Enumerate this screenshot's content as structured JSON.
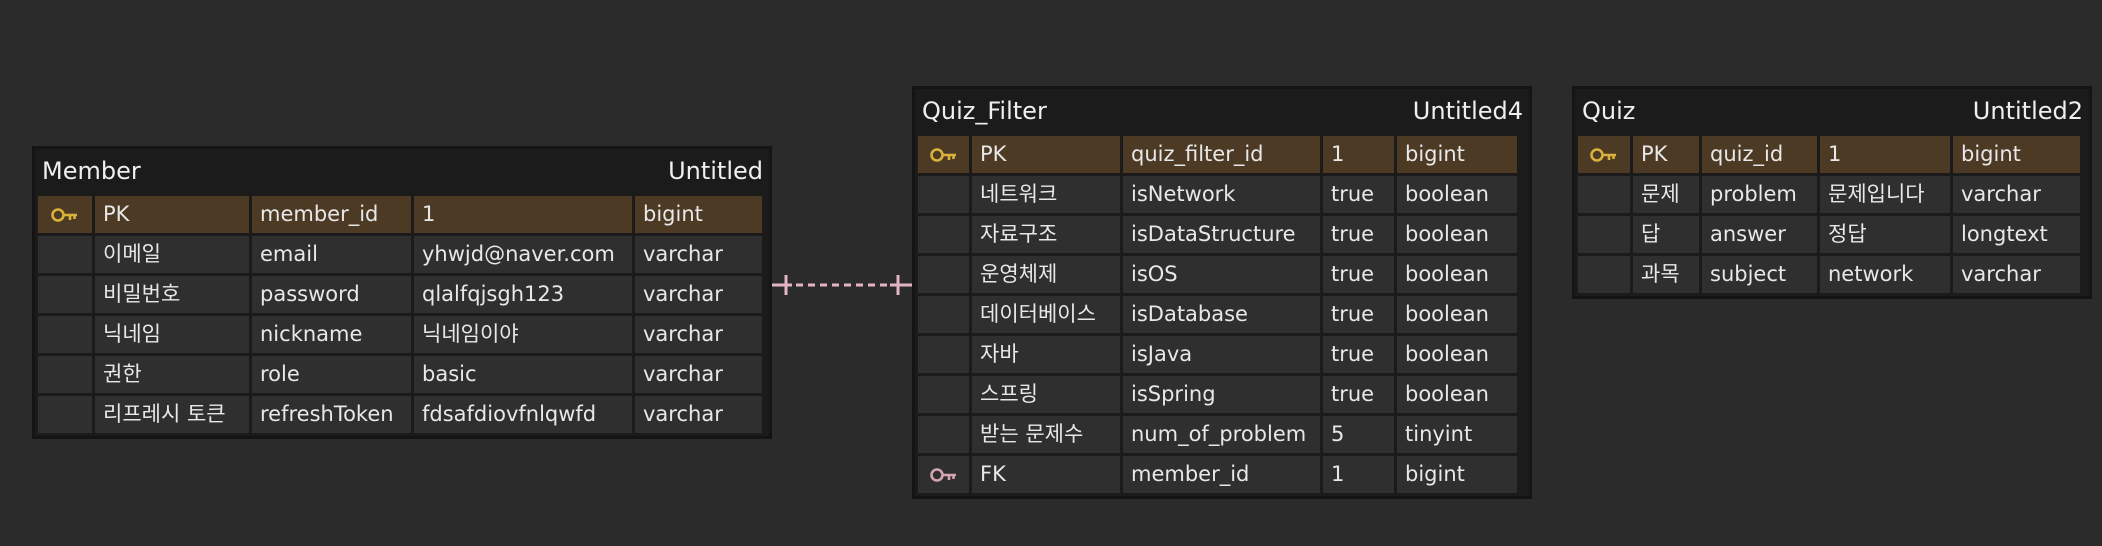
{
  "colors": {
    "background": "#2b2b2b",
    "pk_row": "#4d3a25",
    "pk_key": "#d9b23a",
    "fk_key": "#d6a3b0",
    "relationship_line": "#e4b4c4"
  },
  "member": {
    "name": "Member",
    "label": "Untitled",
    "rows": [
      {
        "key": "PK",
        "logical": "",
        "physical": "member_id",
        "sample": "1",
        "type": "bigint",
        "icon": "primary-key-icon"
      },
      {
        "key": "",
        "logical": "이메일",
        "physical": "email",
        "sample": "yhwjd@naver.com",
        "type": "varchar"
      },
      {
        "key": "",
        "logical": "비밀번호",
        "physical": "password",
        "sample": "qlalfqjsgh123",
        "type": "varchar"
      },
      {
        "key": "",
        "logical": "닉네임",
        "physical": "nickname",
        "sample": "닉네임이야",
        "type": "varchar"
      },
      {
        "key": "",
        "logical": "권한",
        "physical": "role",
        "sample": "basic",
        "type": "varchar"
      },
      {
        "key": "",
        "logical": "리프레시 토큰",
        "physical": "refreshToken",
        "sample": "fdsafdiovfnlqwfd",
        "type": "varchar"
      }
    ]
  },
  "quiz_filter": {
    "name": "Quiz_Filter",
    "label": "Untitled4",
    "rows": [
      {
        "key": "PK",
        "physical": "quiz_filter_id",
        "sample": "1",
        "type": "bigint",
        "icon": "primary-key-icon"
      },
      {
        "key": "네트워크",
        "physical": "isNetwork",
        "sample": "true",
        "type": "boolean"
      },
      {
        "key": "자료구조",
        "physical": "isDataStructure",
        "sample": "true",
        "type": "boolean"
      },
      {
        "key": "운영체제",
        "physical": "isOS",
        "sample": "true",
        "type": "boolean"
      },
      {
        "key": "데이터베이스",
        "physical": "isDatabase",
        "sample": "true",
        "type": "boolean"
      },
      {
        "key": "자바",
        "physical": "isJava",
        "sample": "true",
        "type": "boolean"
      },
      {
        "key": "스프링",
        "physical": "isSpring",
        "sample": "true",
        "type": "boolean"
      },
      {
        "key": "받는 문제수",
        "physical": "num_of_problem",
        "sample": "5",
        "type": "tinyint"
      },
      {
        "key": "FK",
        "physical": "member_id",
        "sample": "1",
        "type": "bigint",
        "icon": "foreign-key-icon"
      }
    ]
  },
  "quiz": {
    "name": "Quiz",
    "label": "Untitled2",
    "rows": [
      {
        "key": "PK",
        "physical": "quiz_id",
        "sample": "1",
        "type": "bigint",
        "icon": "primary-key-icon"
      },
      {
        "key": "문제",
        "physical": "problem",
        "sample": "문제입니다",
        "type": "varchar"
      },
      {
        "key": "답",
        "physical": "answer",
        "sample": "정답",
        "type": "longtext"
      },
      {
        "key": "과목",
        "physical": "subject",
        "sample": "network",
        "type": "varchar"
      }
    ]
  }
}
